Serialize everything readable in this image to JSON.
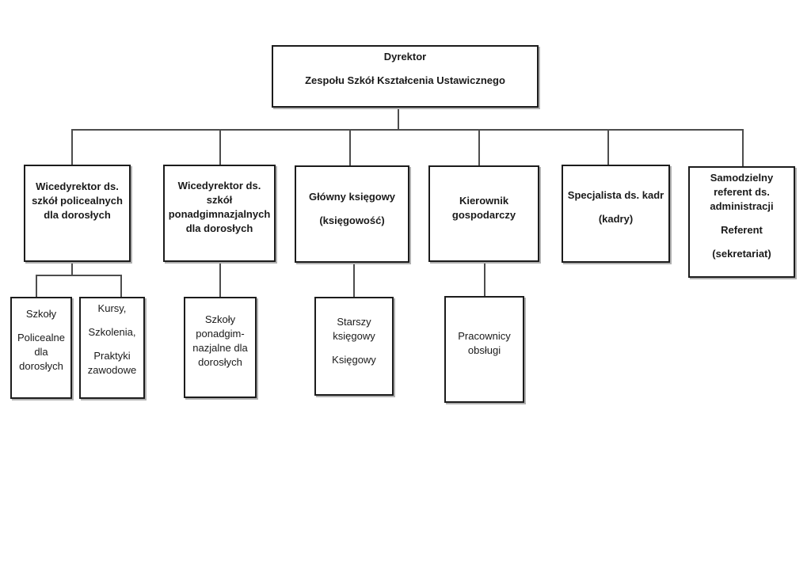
{
  "diagram": {
    "type": "org-chart",
    "language": "pl",
    "colors": {
      "background": "#ffffff",
      "box_border": "#1c1c1c",
      "box_fill": "#ffffff",
      "connector": "#4d4d4d",
      "text": "#1a1a1a"
    }
  },
  "nodes": {
    "root": {
      "lines": [
        "Dyrektor",
        "Zespołu Szkół Kształcenia Ustawicznego"
      ]
    },
    "vice1": {
      "lines": [
        "Wicedyrektor ds.\nszkół policealnych\ndla dorosłych"
      ]
    },
    "vice2": {
      "lines": [
        "Wicedyrektor ds.\nszkół\nponadgimnazjalnych\ndla dorosłych"
      ]
    },
    "ksiegowy": {
      "lines": [
        "Główny księgowy",
        "(księgowość)"
      ]
    },
    "kierownik": {
      "lines": [
        "Kierownik\ngospodarczy"
      ]
    },
    "specjalista": {
      "lines": [
        "Specjalista ds. kadr",
        "(kadry)"
      ]
    },
    "referent": {
      "lines": [
        "Samodzielny\nreferent ds.\nadministracji",
        "Referent",
        "(sekretariat)"
      ]
    },
    "szkoly_policealne": {
      "lines": [
        "Szkoły",
        "Policealne\ndla\ndorosłych"
      ]
    },
    "kursy": {
      "lines": [
        "Kursy,",
        "Szkolenia,",
        "Praktyki\nzawodowe"
      ]
    },
    "szkoly_ponadgimnazjalne": {
      "lines": [
        "Szkoły\nponadgim-\nnazjalne dla\ndorosłych"
      ]
    },
    "starszy_ksiegowy": {
      "lines": [
        "Starszy\nksięgowy",
        "Księgowy"
      ]
    },
    "pracownicy": {
      "lines": [
        "Pracownicy\nobsługi"
      ]
    }
  },
  "structure": {
    "root_children": [
      "vice1",
      "vice2",
      "ksiegowy",
      "kierownik",
      "specjalista",
      "referent"
    ],
    "vice1_children": [
      "szkoly_policealne",
      "kursy"
    ],
    "vice2_children": [
      "szkoly_ponadgimnazjalne"
    ],
    "ksiegowy_children": [
      "starszy_ksiegowy"
    ],
    "kierownik_children": [
      "pracownicy"
    ]
  }
}
